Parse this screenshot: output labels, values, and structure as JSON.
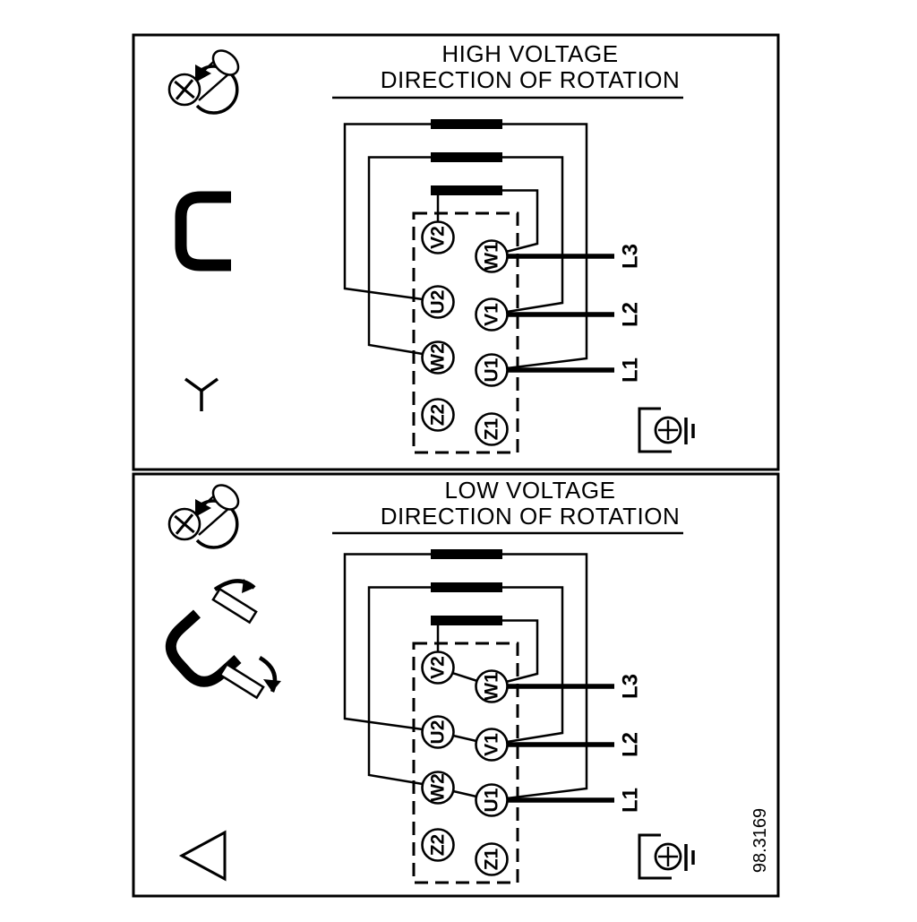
{
  "diagram": {
    "part_number": "98.3169",
    "panels": [
      {
        "id": "high-voltage",
        "title_line1": "HIGH VOLTAGE",
        "title_line2": "DIRECTION OF ROTATION",
        "connection_symbol": "star",
        "terminals_left": [
          "V2",
          "U2",
          "W2",
          "Z2"
        ],
        "terminals_right": [
          "W1",
          "V1",
          "U1",
          "Z1"
        ],
        "supply_lines": [
          "L3",
          "L2",
          "L1"
        ]
      },
      {
        "id": "low-voltage",
        "title_line1": "LOW VOLTAGE",
        "title_line2": "DIRECTION OF ROTATION",
        "connection_symbol": "delta",
        "terminals_left": [
          "V2",
          "U2",
          "W2",
          "Z2"
        ],
        "terminals_right": [
          "W1",
          "V1",
          "U1",
          "Z1"
        ],
        "supply_lines": [
          "L3",
          "L2",
          "L1"
        ]
      }
    ],
    "icons": [
      "screw-rotation-icon",
      "jumper-bracket-icon",
      "star-symbol-icon",
      "jumper-move-icon",
      "delta-symbol-icon",
      "ground-terminal-icon"
    ],
    "colors": {
      "ink": "#000000",
      "background": "#ffffff"
    }
  }
}
